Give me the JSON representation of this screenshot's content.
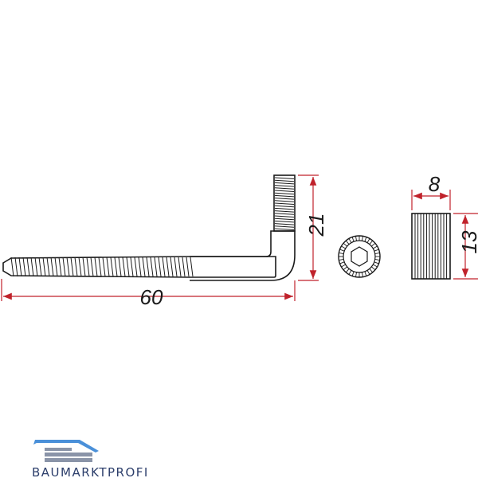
{
  "drawing": {
    "dimensions": {
      "length": "60",
      "height": "21",
      "nut_width": "8",
      "nut_height": "13"
    },
    "colors": {
      "outline": "#1a1a1a",
      "dimension_line": "#c0222b",
      "logo_primary": "#2c3e6b",
      "logo_accent": "#4a90d9"
    }
  },
  "brand": {
    "name": "BAUMARKTPROFI"
  }
}
